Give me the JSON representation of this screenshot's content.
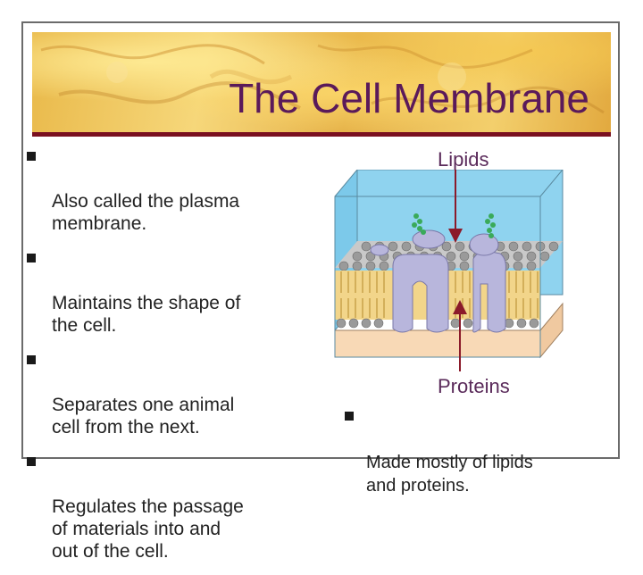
{
  "slide": {
    "title": "The Cell Membrane",
    "bullets": [
      {
        "text": "Also called the plasma\nmembrane."
      },
      {
        "text": "Maintains the shape of\nthe cell."
      },
      {
        "text": "Separates one animal\ncell from the next."
      },
      {
        "text": "Regulates the passage\nof materials into and\nout of the cell."
      }
    ],
    "diagram": {
      "label_top": "Lipids",
      "label_bottom": "Proteins"
    },
    "summary": "Made mostly of lipids\nand proteins."
  },
  "colors": {
    "title": "#5a1a5a",
    "banner_rule": "#7a1020",
    "arrow": "#8b1a2a",
    "water": "#7cc9ea",
    "interior": "#f8d9b6",
    "protein": "#b8b6dc"
  }
}
